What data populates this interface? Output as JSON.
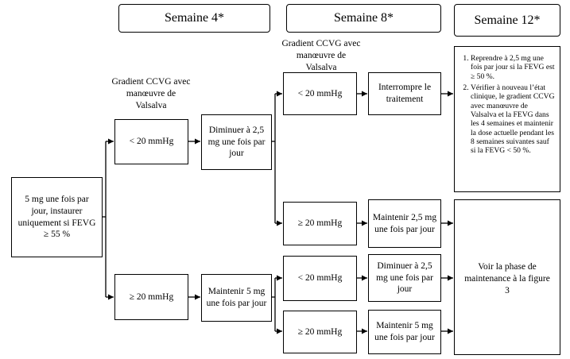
{
  "headers": {
    "week4": "Semaine 4*",
    "week8": "Semaine 8*",
    "week12": "Semaine 12*"
  },
  "start_box": "5 mg une fois par jour, instaurer uniquement si FEVG ≥ 55 %",
  "gradient_label_week4": "Gradient CCVG avec manœuvre de Valsalva",
  "gradient_label_week8": "Gradient CCVG avec manœuvre de Valsalva",
  "week4": {
    "low": "< 20 mmHg",
    "high": "≥ 20 mmHg",
    "low_action": "Diminuer à 2,5 mg une fois par jour",
    "high_action": "Maintenir 5 mg une fois par jour"
  },
  "week8": {
    "a_low": "< 20 mmHg",
    "a_low_action": "Interrompre le traitement",
    "a_high": "≥ 20 mmHg",
    "a_high_action": "Maintenir 2,5 mg une fois par jour",
    "b_low": "< 20 mmHg",
    "b_low_action": "Diminuer à 2,5 mg une fois par jour",
    "b_high": "≥ 20 mmHg",
    "b_high_action": "Maintenir 5 mg une fois par jour"
  },
  "week12": {
    "notes": [
      "Reprendre à 2,5 mg une fois par jour si la FEVG est ≥ 50 %.",
      "Vérifier à nouveau l’état clinique, le gradient CCVG avec manœuvre de Valsalva et la FEVG dans les 4 semaines et maintenir la dose actuelle pendant les 8 semaines suivantes sauf si la FEVG < 50 %."
    ],
    "maintenance": "Voir la phase de maintenance à la figure 3"
  }
}
